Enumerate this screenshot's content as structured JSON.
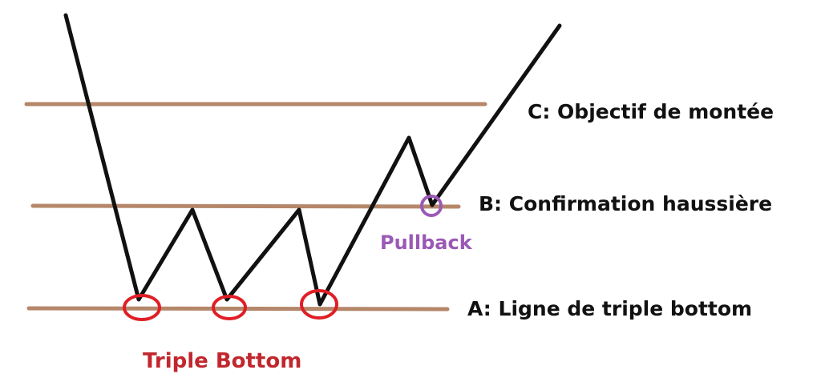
{
  "labels": {
    "level_c": "C: Objectif de montée",
    "level_b": "B: Confirmation haussière",
    "level_a": "A: Ligne de triple bottom",
    "triple_bottom": "Triple Bottom",
    "pullback": "Pullback"
  },
  "colors": {
    "level_line": "#b5876a",
    "price_line": "#111111",
    "bottom_marker": "#e01e25",
    "pullback_marker": "#9b59b6",
    "triple_bottom_text": "#c1272d",
    "pullback_text": "#9b59b6",
    "label_text": "#111111"
  }
}
